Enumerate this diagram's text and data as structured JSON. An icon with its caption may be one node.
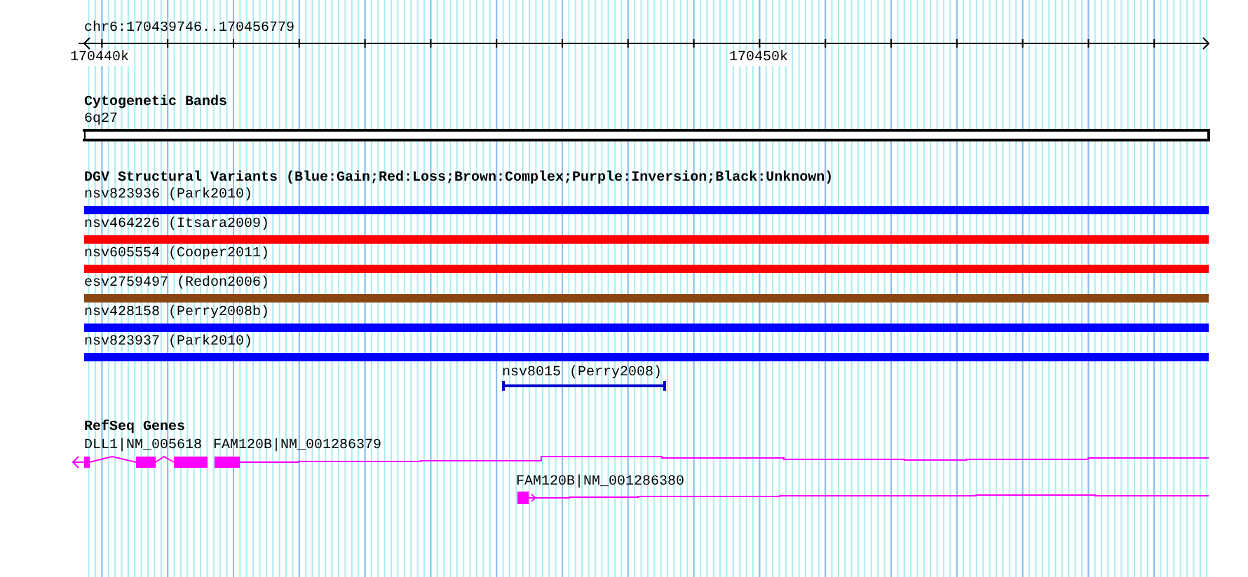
{
  "diagram": {
    "nodes": [
      {
        "text": [
          "6q27"
        ]
      },
      {
        "text": [
          "nsv823936 (Park2010)"
        ]
      },
      {
        "text": [
          "nsv464226 (Itsara2009)"
        ]
      },
      {
        "text": [
          "nsv605554 (Cooper2011)"
        ]
      },
      {
        "text": [
          "esv2759497 (Redon2006)"
        ]
      },
      {
        "text": [
          "nsv428158 (Perry2008b)"
        ]
      },
      {
        "text": [
          "nsv823937 (Park2010)"
        ]
      },
      {
        "text": [
          "nsv8015 (Perry2008)"
        ]
      },
      {
        "text": [
          "DLL1|NM_005618"
        ]
      },
      {
        "text": [
          "FAM120B|NM_001286379"
        ]
      },
      {
        "text": [
          "FAM120B|NM_001286380"
        ]
      }
    ],
    "labels": [
      "chr6:170439746..170456779",
      "170440k",
      "170450k",
      "Cytogenetic Bands",
      "DGV Structural Variants (Blue:Gain;Red:Loss;Brown:Complex;Purple:Inversion;Black:Unknown)",
      "RefSeq Genes"
    ]
  }
}
